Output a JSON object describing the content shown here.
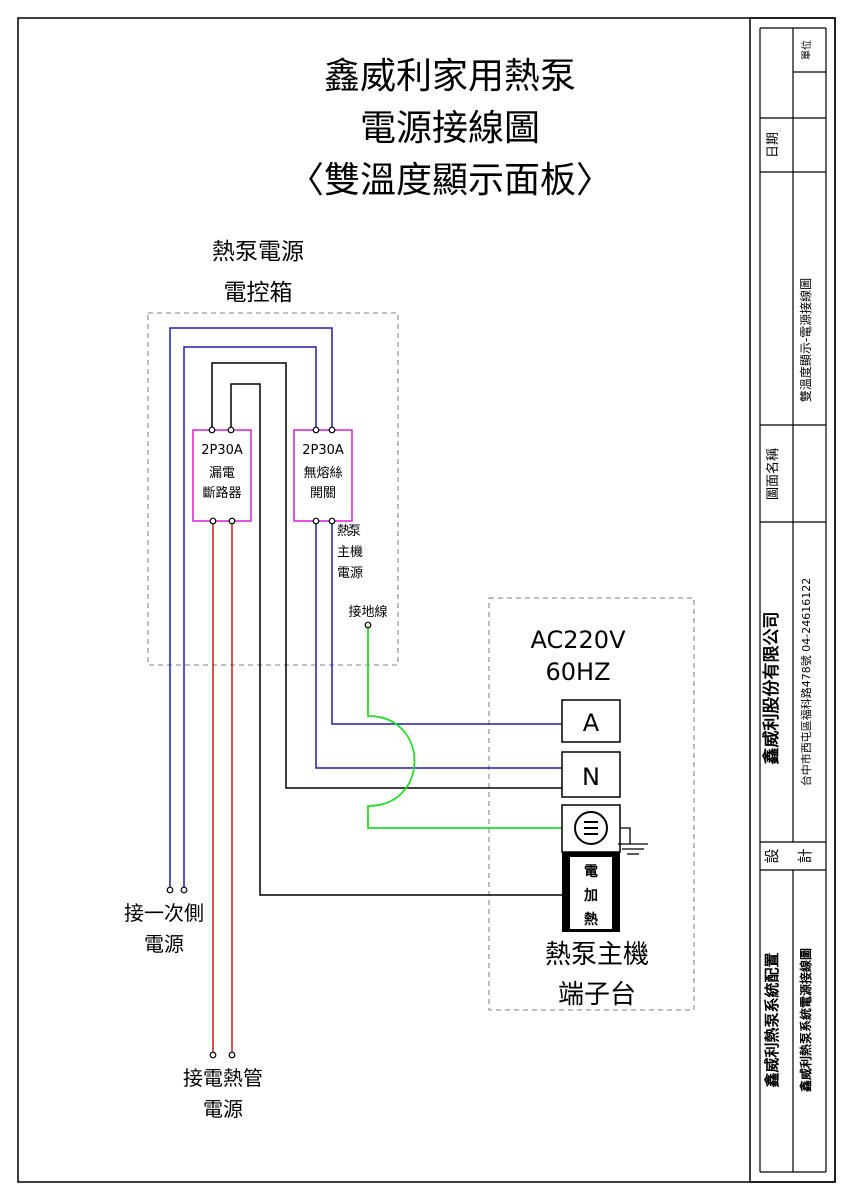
{
  "title": {
    "line1": "鑫威利家用熱泵",
    "line2": "電源接線圖",
    "line3": "〈雙溫度顯示面板〉"
  },
  "control_box": {
    "label1": "熱泵電源",
    "label2": "電控箱",
    "breaker": {
      "rating": "2P30A",
      "name1": "漏電",
      "name2": "斷路器"
    },
    "switch": {
      "rating": "2P30A",
      "name1": "無熔絲",
      "name2": "開關"
    },
    "main_power_chars": [
      "熱",
      "泵",
      "主",
      "機",
      "電",
      "源"
    ],
    "ground_label": "接地線"
  },
  "terminal": {
    "voltage": "AC220V",
    "frequency": "60HZ",
    "t_a": "A",
    "t_n": "N",
    "heater_chars": [
      "電",
      "加",
      "熱"
    ],
    "label1": "熱泵主機",
    "label2": "端子台"
  },
  "bottom_labels": {
    "primary1": "接一次側",
    "primary2": "電源",
    "heater1": "接電熱管",
    "heater2": "電源"
  },
  "title_block": {
    "unit": "單位",
    "date": "日期",
    "drawing_name_label": "圖面名稱",
    "drawing_name": "雙溫度顯示-電源接線圖",
    "company": "鑫威利股份有限公司",
    "address": "台中市西屯區福科路478號 04-24616122",
    "design1": "設",
    "design2": "計",
    "system1": "鑫威利熱泵系統配置",
    "system2": "鑫威利熱泵系統電源接線圖"
  },
  "colors": {
    "blue_wire": "#1f1fb0",
    "black_wire": "#000000",
    "red_wire": "#c81e1e",
    "green_wire": "#22dd22",
    "magenta_box": "#d61fd6",
    "dashed_box": "#9a9a9a"
  }
}
